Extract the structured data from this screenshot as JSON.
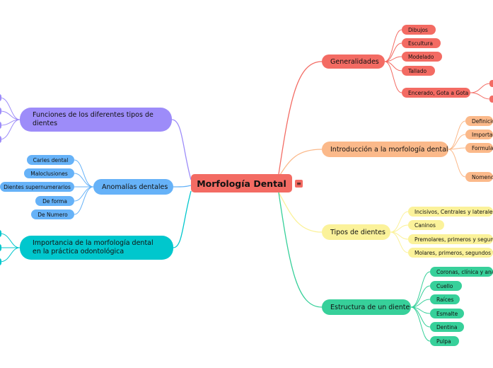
{
  "mindmap": {
    "root": "Morfología Dental",
    "menu_glyph": "≡",
    "right_branches": [
      {
        "label": "Generalidades",
        "color": "#f36b63",
        "children": [
          "Dibujos",
          "Escultura",
          "Modelado",
          "Tallado",
          "Encerado, Gota a Gota"
        ]
      },
      {
        "label": "Introducción a la morfología dental",
        "color": "#fbb98a",
        "children": [
          "Definición",
          "Importancia",
          "Formulas",
          "Nomenclatura"
        ]
      },
      {
        "label": "Tipos de dientes",
        "color": "#fbf29a",
        "children": [
          "Incisivos, Centrales y laterales",
          "Caninos",
          "Premolares, primeros y segundos",
          "Molares, primeros, segundos y terceros"
        ]
      },
      {
        "label": "Estructura de un diente",
        "color": "#37d09a",
        "children": [
          "Coronas, clínica y anatómica",
          "Cuello",
          "Raíces",
          "Esmalte",
          "Dentina",
          "Pulpa"
        ]
      }
    ],
    "left_branches": [
      {
        "label": "Funciones de los diferentes tipos de dientes",
        "color": "#9d8cf9"
      },
      {
        "label": "Anomalías dentales",
        "color": "#66b2f8",
        "children": [
          "Caries dental",
          "Maloclusiones",
          "Dientes supernumerarios",
          "De forma",
          "De Numero"
        ]
      },
      {
        "label": "Importancia de la morfología dental en la práctica odontológica",
        "color": "#00c7cd"
      }
    ]
  }
}
